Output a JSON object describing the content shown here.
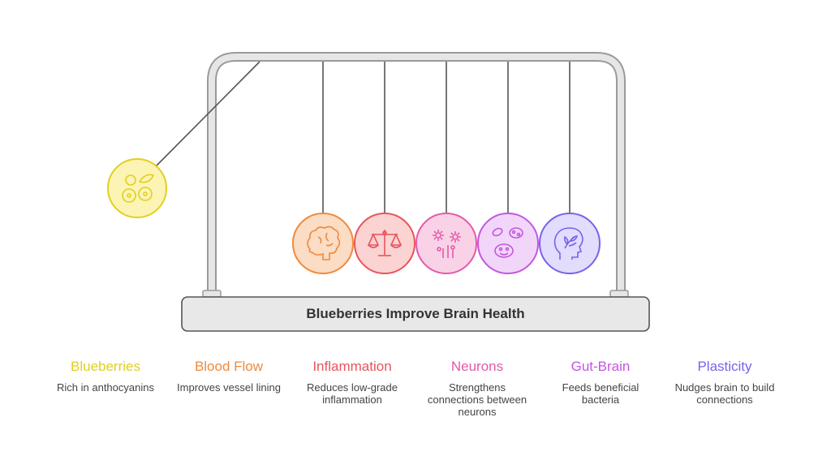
{
  "base": {
    "title": "Blueberries Improve Brain Health"
  },
  "items": [
    {
      "title": "Blueberries",
      "desc": "Rich in anthocyanins",
      "color": "#e3cf1e",
      "fill": "#fbf4b4",
      "icon": "blueberries-icon"
    },
    {
      "title": "Blood Flow",
      "desc": "Improves vessel lining",
      "color": "#ef8a3c",
      "fill": "#fbdcc4",
      "icon": "brain-icon"
    },
    {
      "title": "Inflammation",
      "desc": "Reduces low-grade inflammation",
      "color": "#e8545c",
      "fill": "#fbd3d3",
      "icon": "balance-scale-icon"
    },
    {
      "title": "Neurons",
      "desc": "Strengthens connections between neurons",
      "color": "#e35aa8",
      "fill": "#fad2e8",
      "icon": "neuron-flowers-icon"
    },
    {
      "title": "Gut-Brain",
      "desc": "Feeds beneficial bacteria",
      "color": "#c456e0",
      "fill": "#f1d6fa",
      "icon": "bacteria-icon"
    },
    {
      "title": "Plasticity",
      "desc": "Nudges brain to build connections",
      "color": "#7b61ea",
      "fill": "#e2dcfd",
      "icon": "head-leaf-icon"
    }
  ]
}
